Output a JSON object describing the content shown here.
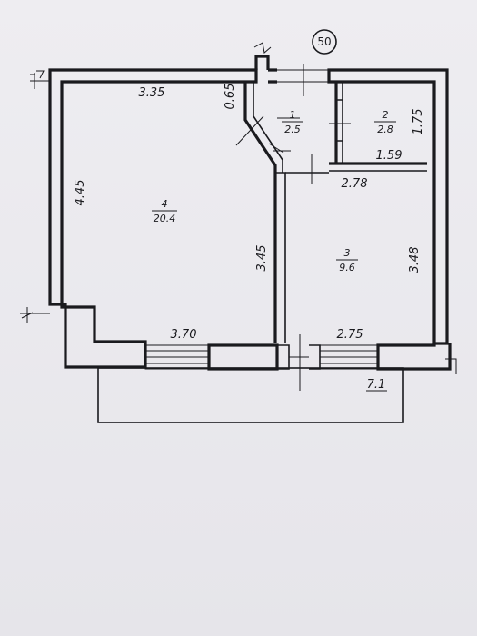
{
  "plan": {
    "plot_number": "50",
    "rooms": [
      {
        "number": "1",
        "area": "2.5"
      },
      {
        "number": "2",
        "area": "2.8"
      },
      {
        "number": "3",
        "area": "9.6"
      },
      {
        "number": "4",
        "area": "20.4"
      }
    ],
    "dimensions": {
      "room4_top": "3.35",
      "room4_left": "4.45",
      "room4_right": "3.45",
      "room4_bottom": "3.70",
      "hall_diag": "0.65",
      "room2_right": "1.75",
      "room2_bottom": "1.59",
      "room3_top": "2.78",
      "room3_right": "3.48",
      "room3_bottom": "2.75",
      "balcony": "7.1"
    }
  }
}
